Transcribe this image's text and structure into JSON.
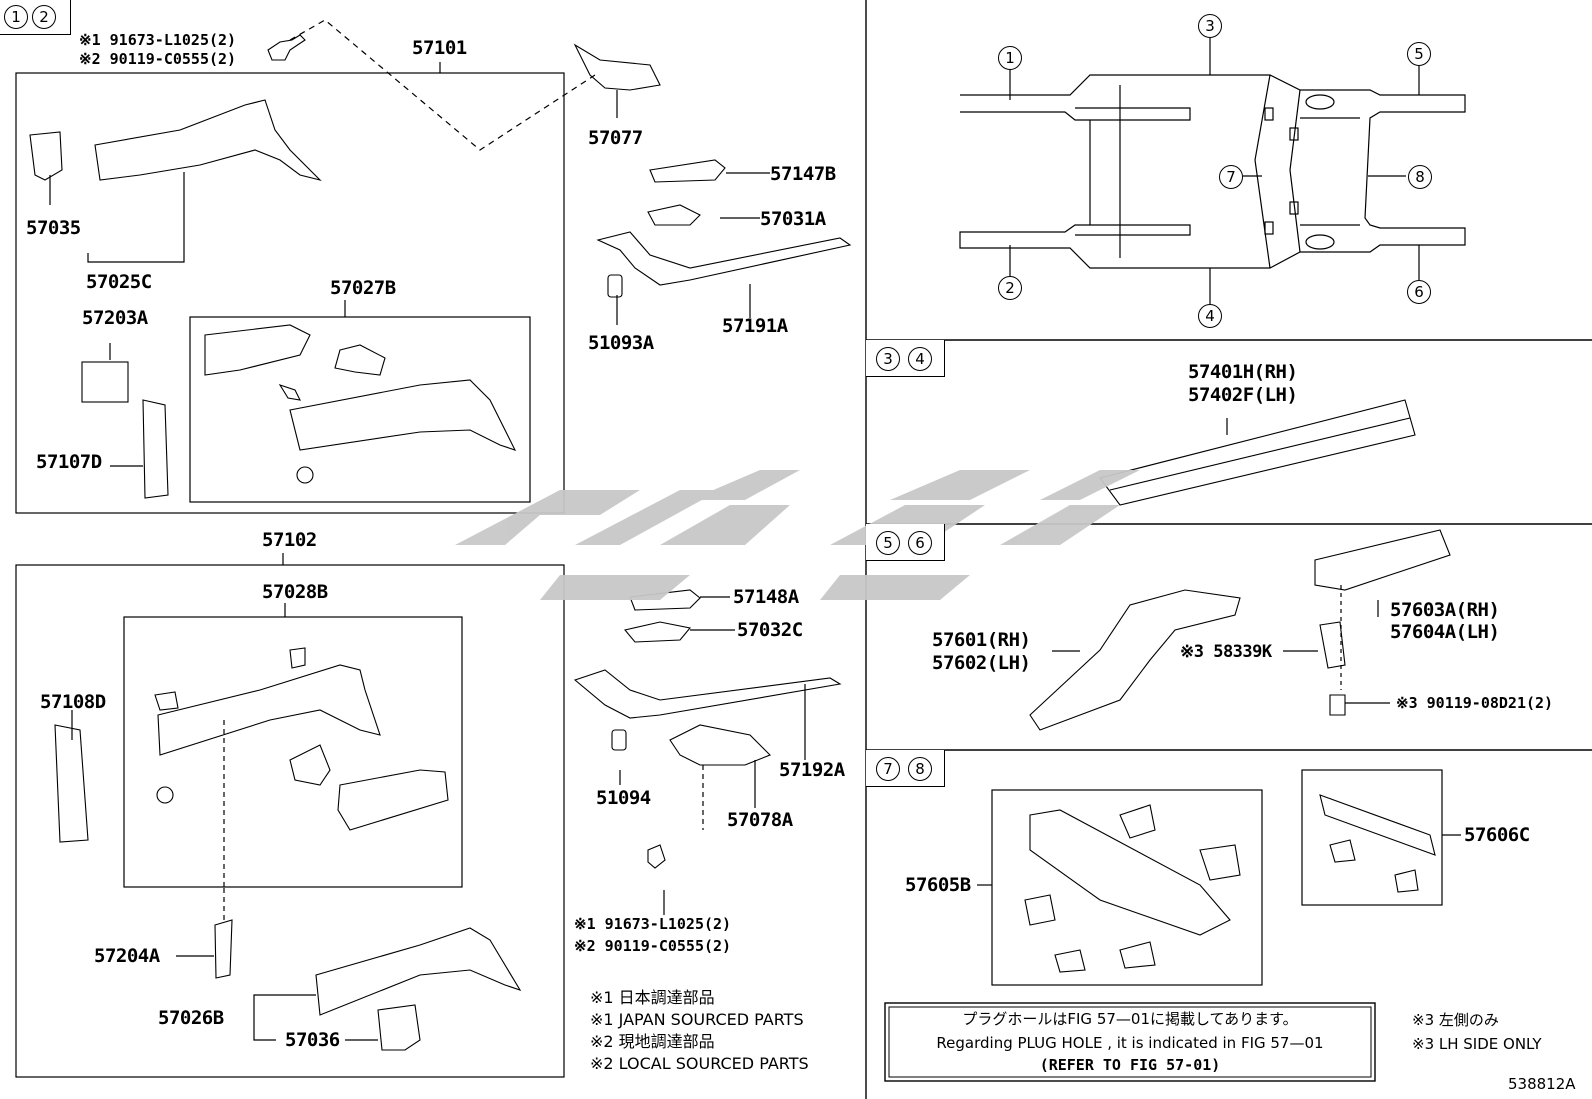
{
  "tags": {
    "t12": [
      "1",
      "2"
    ],
    "t34": [
      "3",
      "4"
    ],
    "t56": [
      "5",
      "6"
    ],
    "t78": [
      "7",
      "8"
    ]
  },
  "overview_callouts": [
    "1",
    "2",
    "3",
    "4",
    "5",
    "6",
    "7",
    "8"
  ],
  "parts": {
    "p57101": "57101",
    "p57102": "57102",
    "p57077": "57077",
    "p57035": "57035",
    "p57025C": "57025C",
    "p57027B": "57027B",
    "p57203A": "57203A",
    "p57107D": "57107D",
    "p57147B": "57147B",
    "p57031A": "57031A",
    "p57191A": "57191A",
    "p51093A": "51093A",
    "p57028B": "57028B",
    "p57108D": "57108D",
    "p57204A": "57204A",
    "p57026B": "57026B",
    "p57036": "57036",
    "p57148A": "57148A",
    "p57032C": "57032C",
    "p57192A": "57192A",
    "p51094": "51094",
    "p57078A": "57078A",
    "p57401H": "57401H(RH)",
    "p57402F": "57402F(LH)",
    "p57601": "57601(RH)",
    "p57602": "57602(LH)",
    "p58339K": "※3 58339K",
    "p57603A": "57603A(RH)",
    "p57604A": "57604A(LH)",
    "p9011908D21": "※3 90119-08D21(2)",
    "p57605B": "57605B",
    "p57606C": "57606C"
  },
  "fasteners": {
    "top_1": "※1 91673-L1025(2)",
    "top_2": "※2 90119-C0555(2)",
    "bottom_1": "※1 91673-L1025(2)",
    "bottom_2": "※2 90119-C0555(2)"
  },
  "legend": {
    "l1": "※1 日本調達部品",
    "l2": "※1 JAPAN SOURCED PARTS",
    "l3": "※2 現地調達部品",
    "l4": "※2 LOCAL SOURCED PARTS"
  },
  "plug_note": {
    "jp": "プラグホールはFIG 57—01に掲載してあります。",
    "en": "Regarding PLUG HOLE , it is indicated in FIG 57—01",
    "ref": "(REFER TO FIG 57-01)"
  },
  "lh_note": {
    "jp": "※3 左側のみ",
    "en": "※3 LH SIDE ONLY"
  },
  "figure_id": "538812A",
  "colors": {
    "line": "#000000",
    "watermark": "#c8c8c8"
  }
}
